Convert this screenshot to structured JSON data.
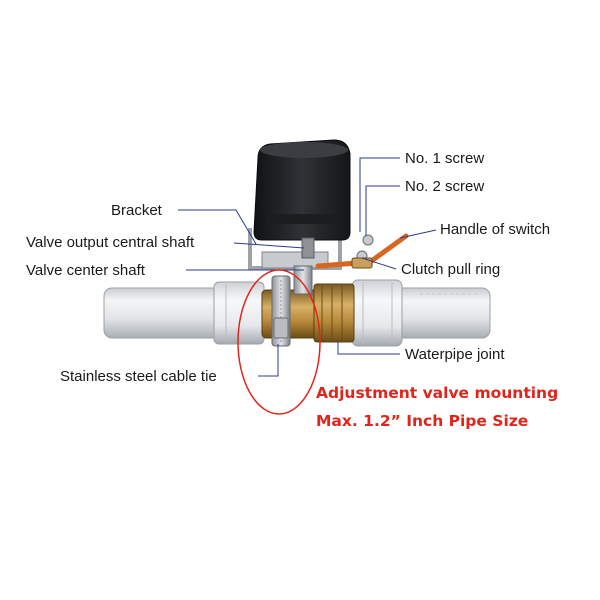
{
  "labels": {
    "no1_screw": "No. 1 screw",
    "no2_screw": "No. 2 screw",
    "bracket": "Bracket",
    "handle_of_switch": "Handle of switch",
    "valve_output_central_shaft": "Valve output central shaft",
    "valve_center_shaft": "Valve center shaft",
    "clutch_pull_ring": "Clutch pull ring",
    "waterpipe_joint": "Waterpipe joint",
    "stainless_steel_cable_tie": "Stainless steel cable tie"
  },
  "callout": {
    "line1": "Adjustment valve mounting",
    "line2": "Max. 1.2” Inch Pipe Size"
  },
  "colors": {
    "callout_red": "#e1251b",
    "leader_line": "#2b3a8c",
    "pipe": "#e6e8ea",
    "valve_body": "#1f2124",
    "brass": "#b8893a",
    "handle_orange": "#d9661e"
  }
}
